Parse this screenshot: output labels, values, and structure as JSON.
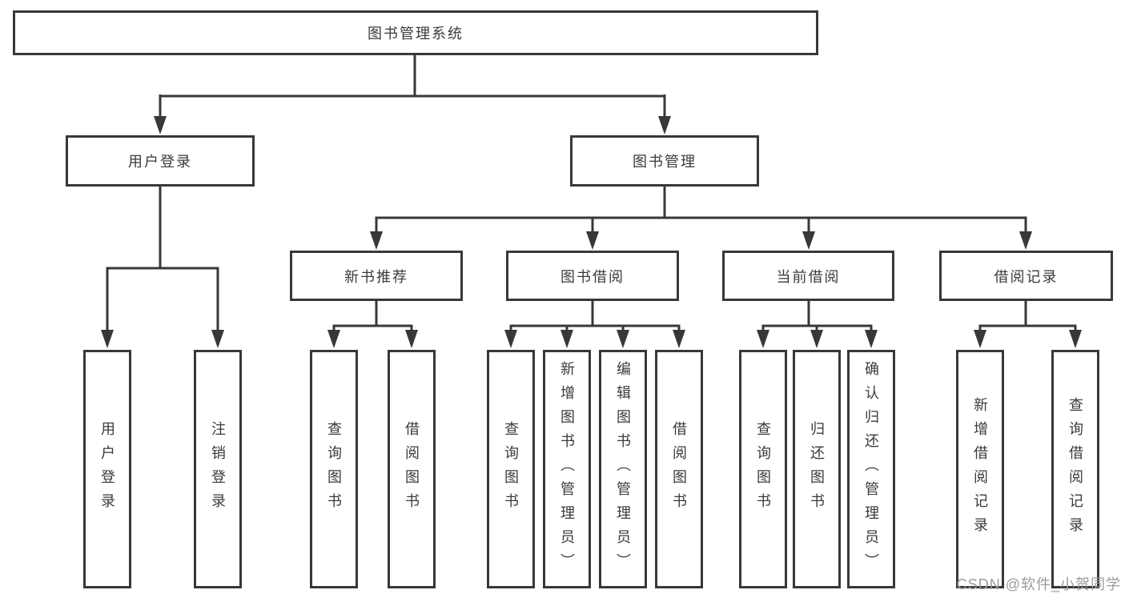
{
  "diagram": {
    "type": "function-structure-tree",
    "tree": {
      "root": {
        "label": "图书管理系统"
      },
      "branches": [
        {
          "label": "用户登录",
          "leaves": [
            {
              "label": "用户登录"
            },
            {
              "label": "注销登录"
            }
          ]
        },
        {
          "label": "图书管理",
          "groups": [
            {
              "label": "新书推荐",
              "leaves": [
                {
                  "label": "查询图书"
                },
                {
                  "label": "借阅图书"
                }
              ]
            },
            {
              "label": "图书借阅",
              "leaves": [
                {
                  "label": "查询图书"
                },
                {
                  "label": "新增图书（管理员）"
                },
                {
                  "label": "编辑图书（管理员）"
                },
                {
                  "label": "借阅图书"
                }
              ]
            },
            {
              "label": "当前借阅",
              "leaves": [
                {
                  "label": "查询图书"
                },
                {
                  "label": "归还图书"
                },
                {
                  "label": "确认归还（管理员）"
                }
              ]
            },
            {
              "label": "借阅记录",
              "leaves": [
                {
                  "label": "新增借阅记录"
                },
                {
                  "label": "查询借阅记录"
                }
              ]
            }
          ]
        }
      ]
    },
    "colors": {
      "line": "#383838",
      "box_border": "#383838",
      "text": "#3a3a3a",
      "background": "#ffffff",
      "watermark": "#9b9b9b"
    }
  },
  "watermark": {
    "text": "CSDN @软件_小贺同学"
  }
}
